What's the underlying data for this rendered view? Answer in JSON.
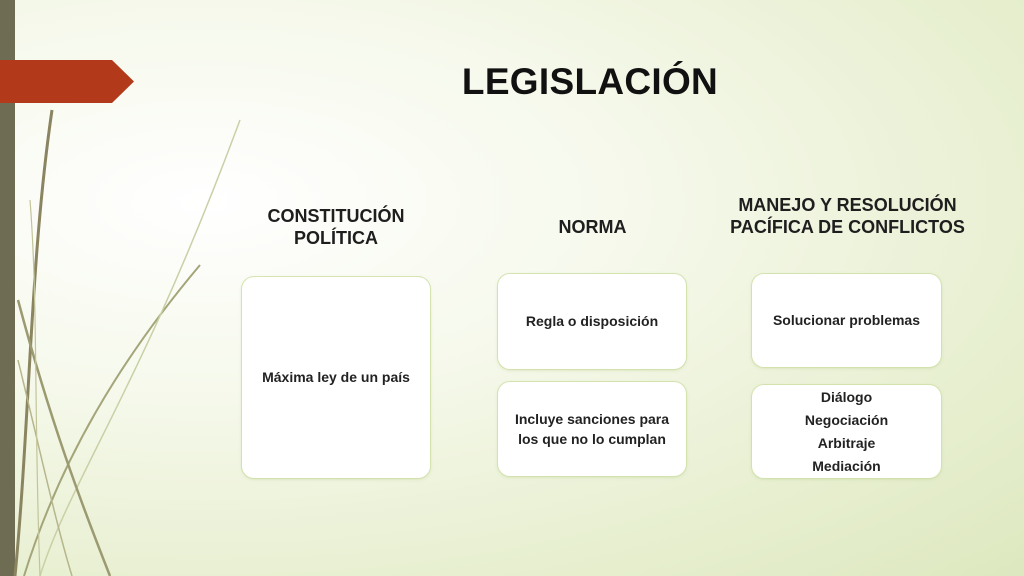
{
  "slide": {
    "title": "LEGISLACIÓN",
    "accent_color": "#b23a1b",
    "sidebar_color": "#6e6c53",
    "columns": [
      {
        "header": "CONSTITUCIÓN POLÍTICA",
        "boxes": [
          "Máxima ley de un país"
        ]
      },
      {
        "header": "NORMA",
        "boxes": [
          "Regla o disposición",
          "Incluye sanciones para los que no lo cumplan"
        ]
      },
      {
        "header": "MANEJO Y RESOLUCIÓN PACÍFICA DE CONFLICTOS",
        "boxes": [
          "Solucionar problemas"
        ],
        "list": [
          "Diálogo",
          "Negociación",
          "Arbitraje",
          "Mediación"
        ]
      }
    ]
  }
}
